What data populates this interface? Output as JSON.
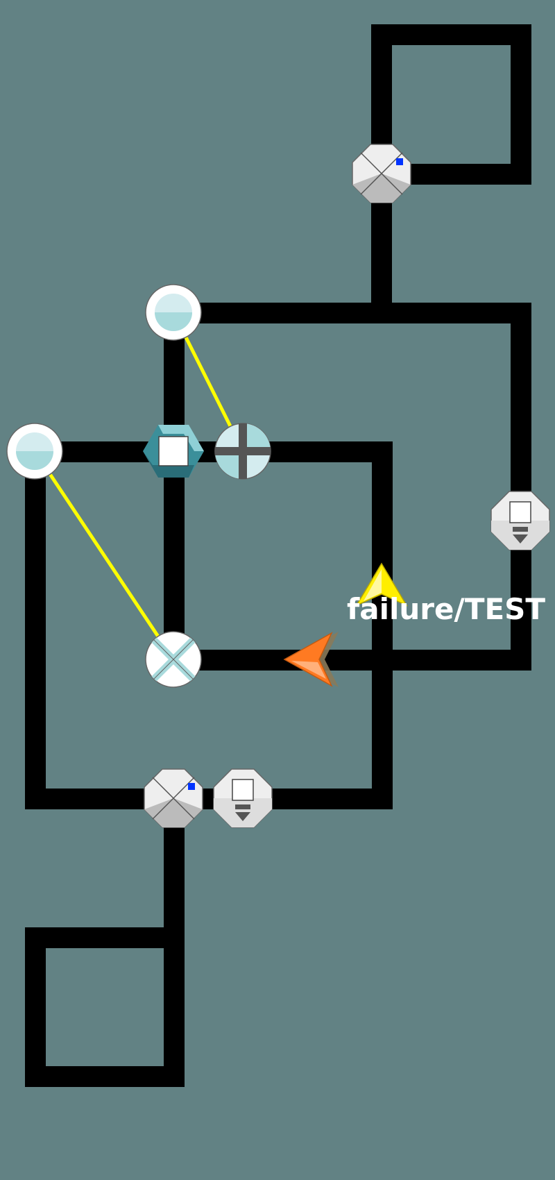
{
  "background_color": "#628284",
  "track_color": "#000000",
  "link_color": "#ffff00",
  "status_label": {
    "text": "failure/TEST",
    "color": "#ffffff"
  },
  "nodes": [
    {
      "name": "diamond-node-top",
      "icon": "diamond-gate-icon",
      "indicator_color": "#0033ff"
    },
    {
      "name": "half-circle-node-upper",
      "icon": "half-circle-switch-icon",
      "accent_color": "#a8dadc"
    },
    {
      "name": "half-circle-node-left",
      "icon": "half-circle-switch-icon",
      "accent_color": "#a8dadc"
    },
    {
      "name": "hexagon-node",
      "icon": "hexagon-block-icon",
      "accent_color": "#3b8f9a"
    },
    {
      "name": "plus-circle-node",
      "icon": "plus-cross-icon",
      "accent_color": "#a8dadc"
    },
    {
      "name": "x-circle-node",
      "icon": "x-cross-icon",
      "accent_color": "#a8dadc"
    },
    {
      "name": "output-node-right",
      "icon": "output-octagon-icon"
    },
    {
      "name": "diamond-node-bottom",
      "icon": "diamond-gate-icon",
      "indicator_color": "#0033ff"
    },
    {
      "name": "output-node-bottom",
      "icon": "output-octagon-icon"
    }
  ],
  "markers": [
    {
      "name": "player-arrow",
      "icon": "yellow-arrow-up-icon",
      "color": "#ffee00"
    },
    {
      "name": "enemy-arrow",
      "icon": "orange-arrow-left-icon",
      "color": "#ff7a22"
    }
  ]
}
